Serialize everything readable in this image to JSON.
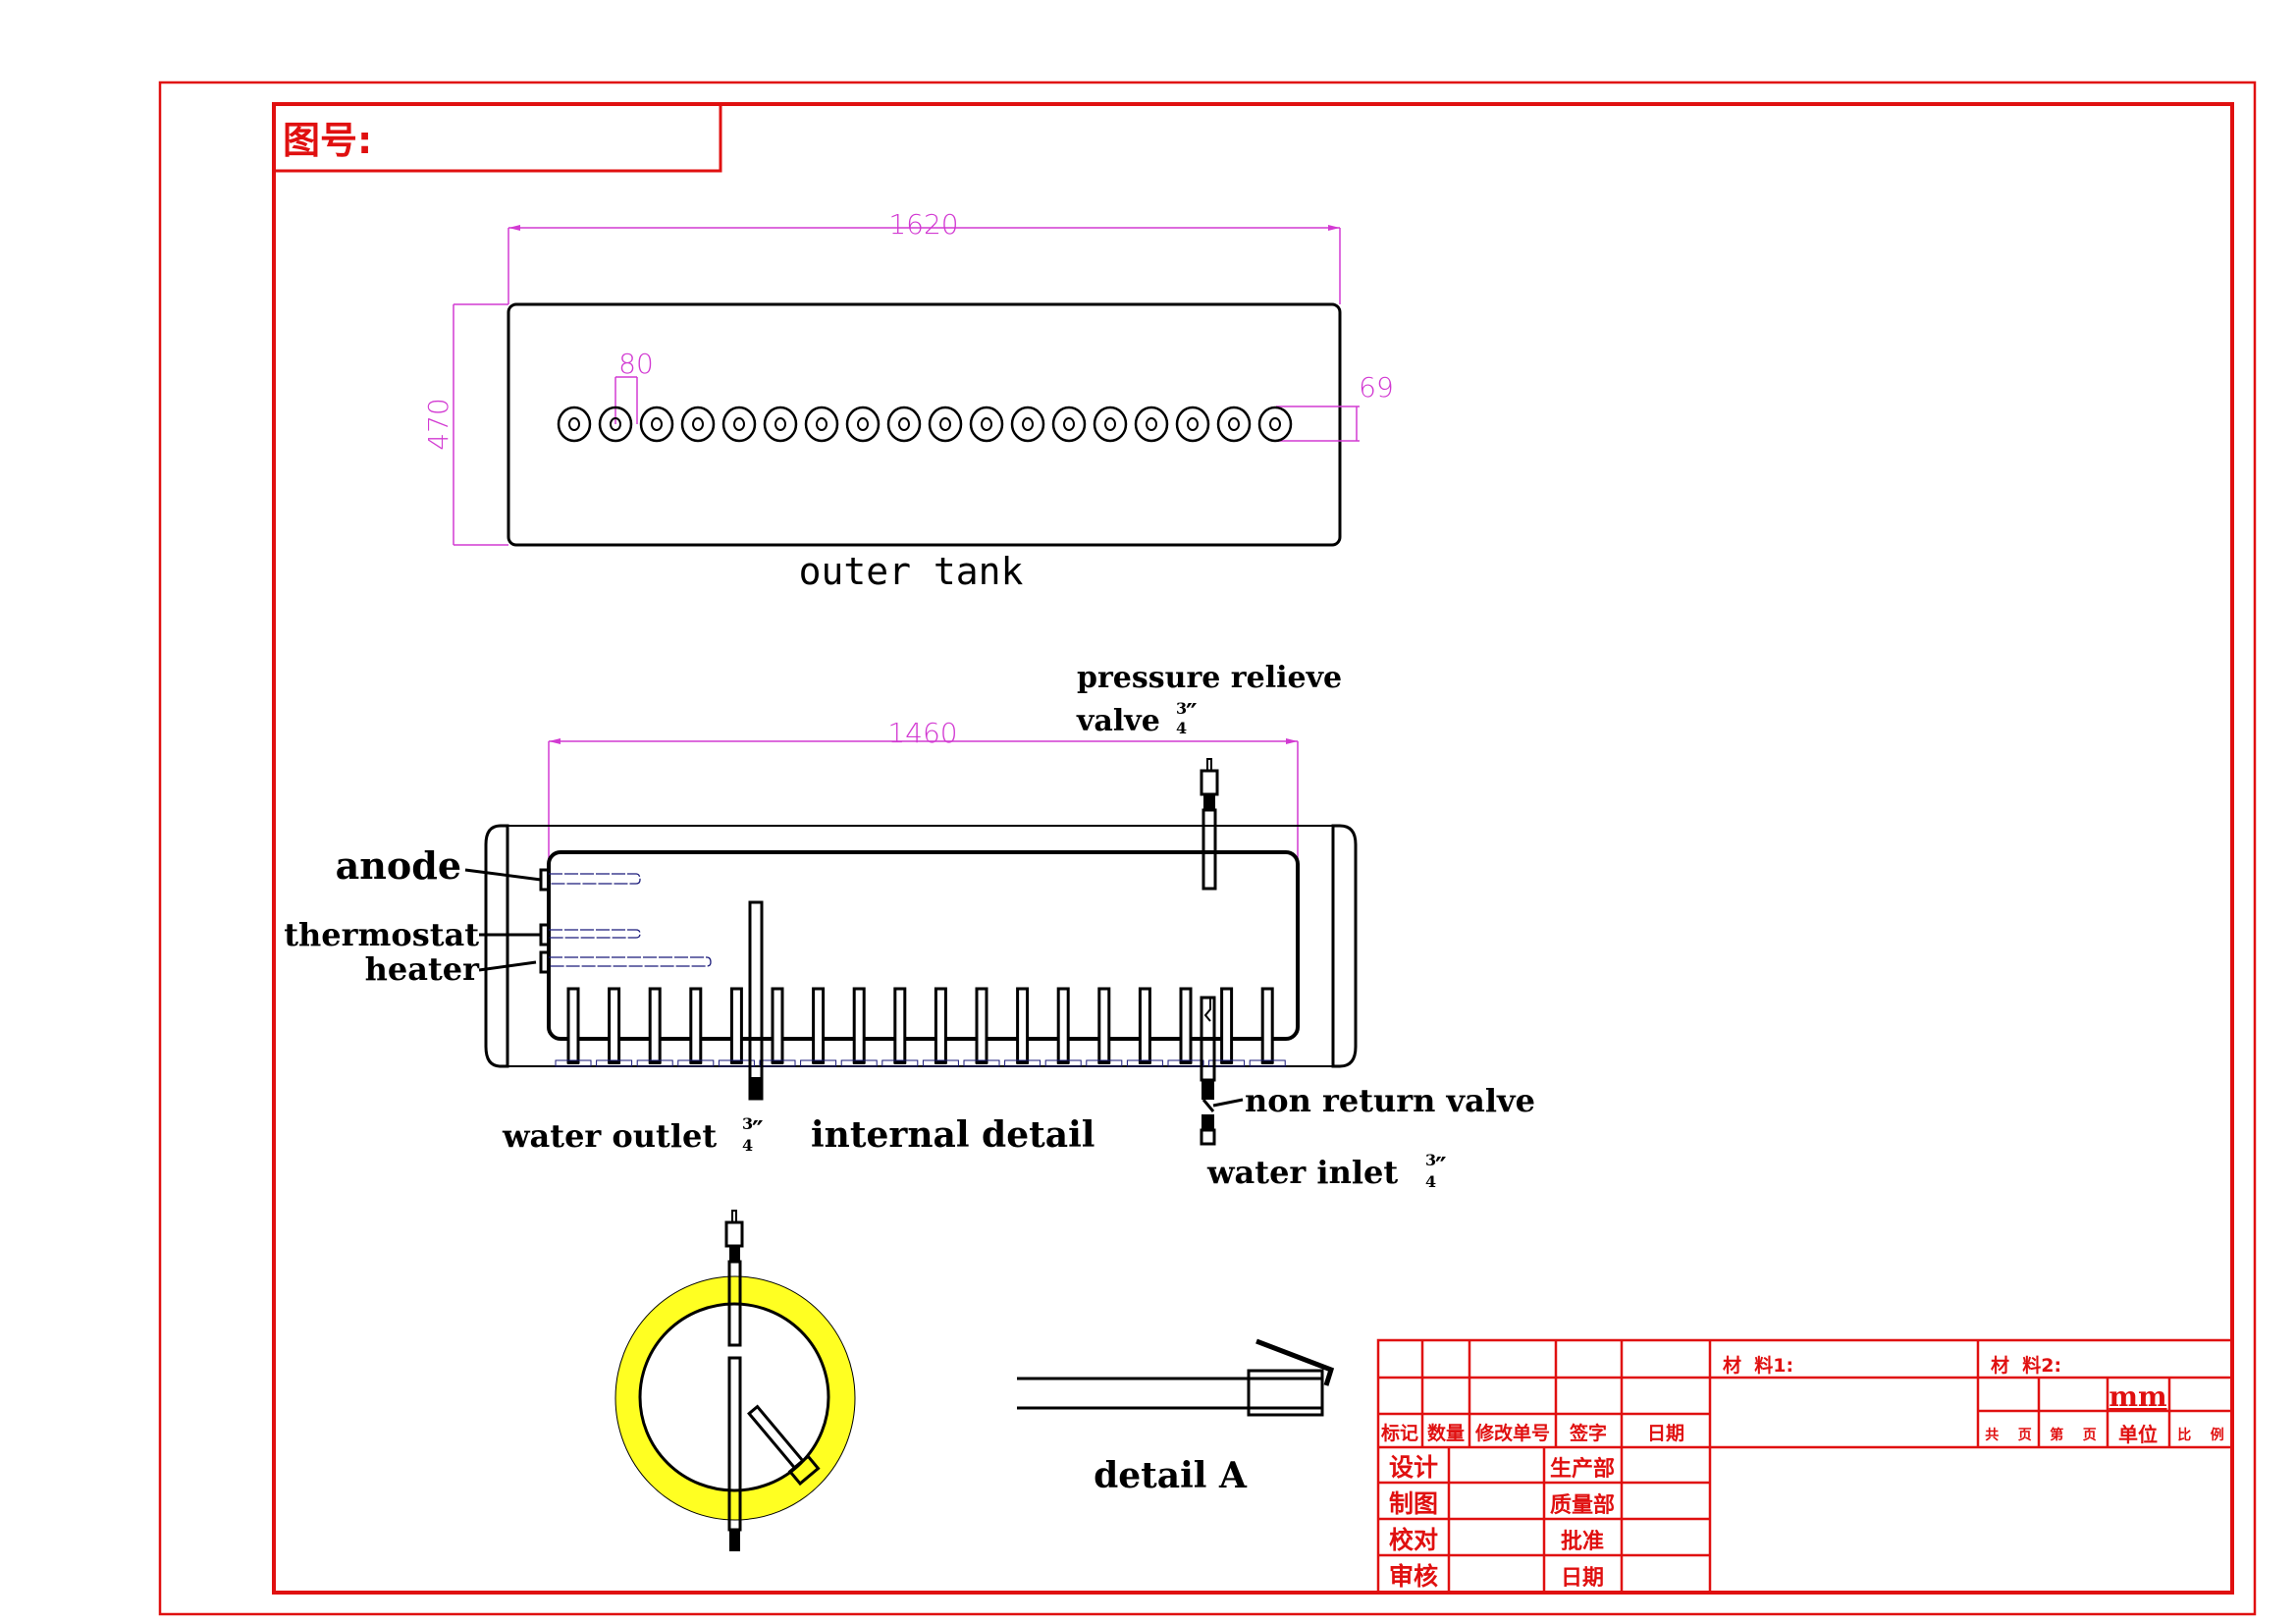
{
  "drawing": {
    "drawing_number_label": "图号:",
    "views": {
      "outer_tank": {
        "caption": "outer tank",
        "dimensions": {
          "length": "1620",
          "height": "470",
          "tube_pitch": "80",
          "tube_hole_diameter": "69"
        },
        "tube_hole_count": 18
      },
      "internal_detail": {
        "caption": "internal detail",
        "dimension_inner_length": "1460",
        "labels": {
          "pressure_valve_line1": "pressure relieve",
          "pressure_valve_line2": "valve",
          "anode": "anode",
          "thermostat": "thermostat",
          "heater": "heater",
          "water_outlet": "water outlet",
          "non_return_valve": "non return valve",
          "water_inlet": "water inlet",
          "fraction_num": "3",
          "fraction_den": "4",
          "inch_mark": "″"
        },
        "tube_count": 18
      },
      "detail_a": {
        "caption": "detail A"
      }
    },
    "colors": {
      "border": "#e01010",
      "dimension": "#d23ad2",
      "insulation": "#ffff22"
    }
  },
  "title_block": {
    "revision_headers": [
      "标记",
      "数量",
      "修改单号",
      "签字",
      "日期"
    ],
    "sign_rows": [
      {
        "left": "设计",
        "right": "生产部"
      },
      {
        "left": "制图",
        "right": "质量部"
      },
      {
        "left": "校对",
        "right": "批准"
      },
      {
        "left": "审核",
        "right": "日期"
      }
    ],
    "material1_label": "材  料1:",
    "material2_label": "材  料2:",
    "unit_value": "mm",
    "sheet_total_label": "共    页",
    "sheet_num_label": "第    页",
    "unit_label": "单位",
    "scale_label": "比    例"
  }
}
